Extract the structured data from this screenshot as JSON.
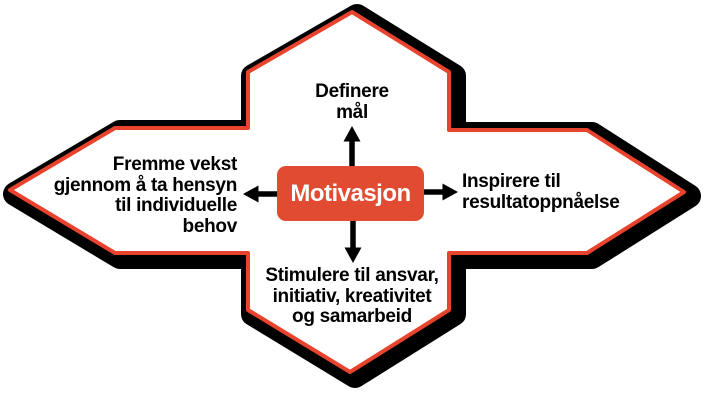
{
  "colors": {
    "accent": "#E04B31",
    "outline": "#E8432C",
    "shadow": "#000000",
    "shape_fill": "#FFFFFF",
    "text": "#000000",
    "center_text": "#FFFFFF"
  },
  "diagram": {
    "center_label": "Motivasjon",
    "top_label": "Definere\nmål",
    "left_label": "Fremme vekst\ngjennom å ta hensyn\ntil individuelle\nbehov",
    "right_label": "Inspirere til\nresultatoppnåelse",
    "bottom_label": "Stimulere til ansvar,\ninitiativ, kreativitet\nog samarbeid"
  }
}
